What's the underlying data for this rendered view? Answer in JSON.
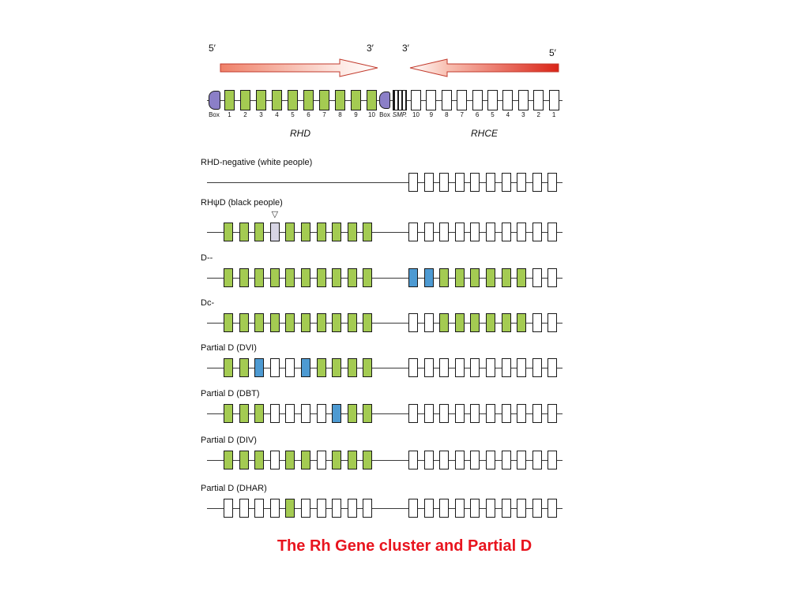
{
  "colors": {
    "exon_green": "#a4cb52",
    "exon_blue": "#4d9ad2",
    "exon_white": "#ffffff",
    "exon_pale": "#d7d5e4",
    "box_purple": "#8b7fc7",
    "line": "#3a3a3a",
    "arrow_salmon": "#ef8068",
    "arrow_red": "#da2417",
    "arrow_outline": "#c23a2c",
    "caption_red": "#e8141e"
  },
  "top_map": {
    "left_arrow": {
      "tail_label": "5′",
      "head_label": "3′"
    },
    "right_arrow": {
      "head_label": "3′",
      "tail_label": "5′"
    },
    "left_box_label": "Box",
    "right_box_label": "Box",
    "smp_label": "SMP.",
    "rhd_exons": [
      "1",
      "2",
      "3",
      "4",
      "5",
      "6",
      "7",
      "8",
      "9",
      "10"
    ],
    "rhce_exons": [
      "10",
      "9",
      "8",
      "7",
      "6",
      "5",
      "4",
      "3",
      "2",
      "1"
    ],
    "rhd_gene_label": "RHD",
    "rhce_gene_label": "RHCE"
  },
  "rows": [
    {
      "label": "RHD-negative (white people)",
      "left": [],
      "right": [
        "w",
        "w",
        "w",
        "w",
        "w",
        "w",
        "w",
        "w",
        "w",
        "w"
      ]
    },
    {
      "label": "RHψD (black people)",
      "marker": {
        "exon": 4,
        "glyph": "▽"
      },
      "left": [
        "g",
        "g",
        "g",
        "p",
        "g",
        "g",
        "g",
        "g",
        "g",
        "g"
      ],
      "right": [
        "w",
        "w",
        "w",
        "w",
        "w",
        "w",
        "w",
        "w",
        "w",
        "w"
      ]
    },
    {
      "label": "D--",
      "left": [
        "g",
        "g",
        "g",
        "g",
        "g",
        "g",
        "g",
        "g",
        "g",
        "g"
      ],
      "right": [
        "b",
        "b",
        "g",
        "g",
        "g",
        "g",
        "g",
        "g",
        "w",
        "w"
      ]
    },
    {
      "label": "Dc-",
      "left": [
        "g",
        "g",
        "g",
        "g",
        "g",
        "g",
        "g",
        "g",
        "g",
        "g"
      ],
      "right": [
        "w",
        "w",
        "g",
        "g",
        "g",
        "g",
        "g",
        "g",
        "w",
        "w"
      ]
    },
    {
      "label": "Partial D (DVI)",
      "left": [
        "g",
        "g",
        "b",
        "w",
        "w",
        "b",
        "g",
        "g",
        "g",
        "g"
      ],
      "right": [
        "w",
        "w",
        "w",
        "w",
        "w",
        "w",
        "w",
        "w",
        "w",
        "w"
      ]
    },
    {
      "label": "Partial D (DBT)",
      "left": [
        "g",
        "g",
        "g",
        "w",
        "w",
        "w",
        "w",
        "b",
        "g",
        "g"
      ],
      "right": [
        "w",
        "w",
        "w",
        "w",
        "w",
        "w",
        "w",
        "w",
        "w",
        "w"
      ]
    },
    {
      "label": "Partial D (DIV)",
      "left": [
        "g",
        "g",
        "g",
        "w",
        "g",
        "g",
        "w",
        "g",
        "g",
        "g"
      ],
      "right": [
        "w",
        "w",
        "w",
        "w",
        "w",
        "w",
        "w",
        "w",
        "w",
        "w"
      ]
    },
    {
      "label": "Partial D (DHAR)",
      "left": [
        "w",
        "w",
        "w",
        "w",
        "g",
        "w",
        "w",
        "w",
        "w",
        "w"
      ],
      "right": [
        "w",
        "w",
        "w",
        "w",
        "w",
        "w",
        "w",
        "w",
        "w",
        "w"
      ]
    }
  ],
  "caption": "The Rh Gene cluster and Partial D"
}
